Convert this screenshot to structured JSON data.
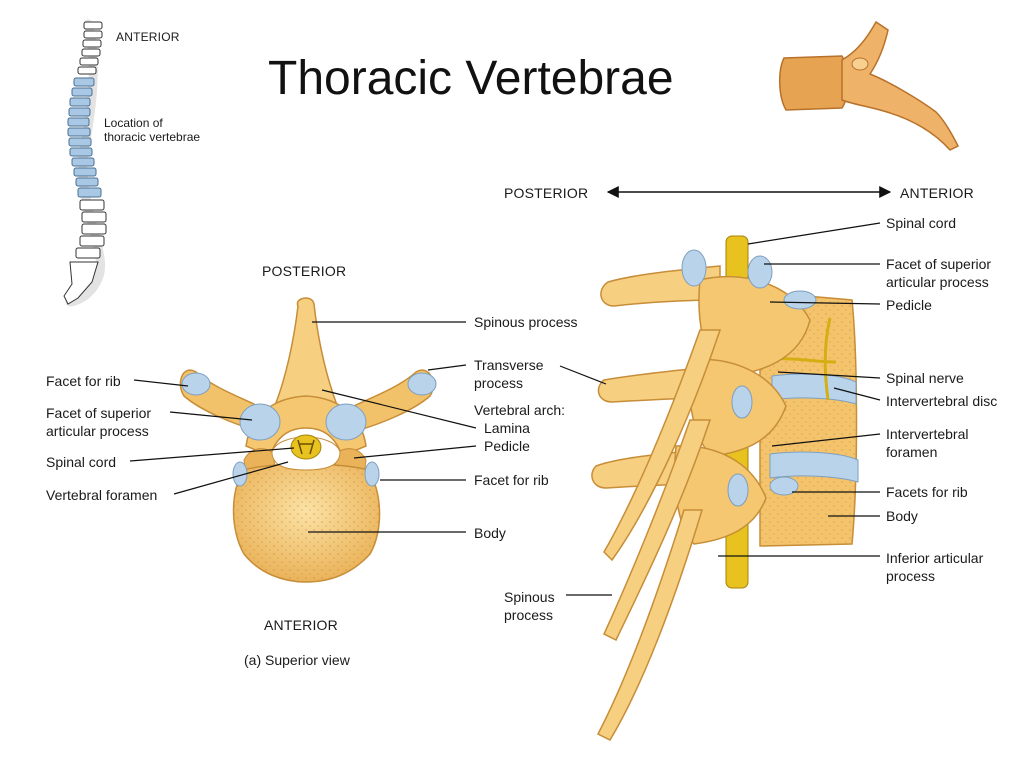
{
  "title": "Thoracic Vertebrae",
  "spine_inset": {
    "orientation": "ANTERIOR",
    "caption_line1": "Location of",
    "caption_line2": "thoracic vertebrae"
  },
  "superior_view": {
    "posterior": "POSTERIOR",
    "anterior": "ANTERIOR",
    "caption": "(a) Superior view",
    "labels": {
      "facet_for_rib_left": "Facet for rib",
      "facet_superior_line1": "Facet of superior",
      "facet_superior_line2": "articular process",
      "spinal_cord": "Spinal cord",
      "vertebral_foramen": "Vertebral foramen",
      "spinous_process": "Spinous process",
      "transverse_line1": "Transverse",
      "transverse_line2": "process",
      "vertebral_arch": "Vertebral arch:",
      "lamina": "Lamina",
      "pedicle": "Pedicle",
      "facet_for_rib_right": "Facet for rib",
      "body": "Body"
    }
  },
  "lateral_view": {
    "posterior": "POSTERIOR",
    "anterior": "ANTERIOR",
    "labels": {
      "spinal_cord": "Spinal cord",
      "facet_superior_line1": "Facet of superior",
      "facet_superior_line2": "articular process",
      "pedicle": "Pedicle",
      "spinal_nerve": "Spinal nerve",
      "intervertebral_disc": "Intervertebral disc",
      "iv_foramen_line1": "Intervertebral",
      "iv_foramen_line2": "foramen",
      "facets_for_rib": "Facets for rib",
      "body": "Body",
      "inferior_line1": "Inferior articular",
      "inferior_line2": "process",
      "spinous_line1": "Spinous",
      "spinous_line2": "process"
    }
  },
  "colors": {
    "bone": "#f3c46c",
    "bone_light": "#fbe2a5",
    "bone_dark": "#d99a3a",
    "cartilage": "#b9d3ea",
    "cord": "#e8c21e",
    "spine_highlight": "#a9c8e6",
    "leader": "#111111"
  }
}
